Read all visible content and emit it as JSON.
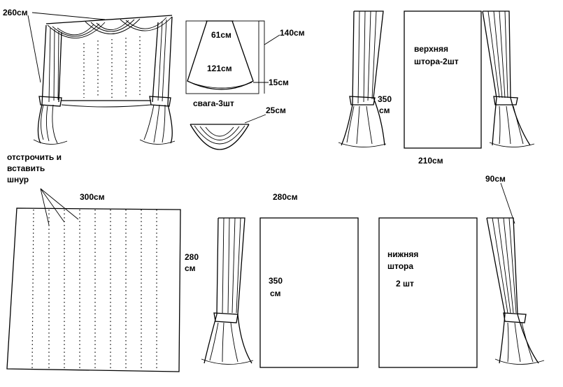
{
  "labels": {
    "window_width": "260см",
    "swag_top": "61см",
    "swag_side": "140см",
    "swag_bottom": "121см",
    "swag_drop": "15см",
    "swag_count": "свага-3шт",
    "swag_depth": "25см",
    "upper_name_1": "верхняя",
    "upper_name_2": "штора-2шт",
    "upper_height_1": "350",
    "upper_height_2": "см",
    "upper_width": "210см",
    "stitch_1": "отстрочить и",
    "stitch_2": "вставить",
    "stitch_3": "шнур",
    "panel_width": "300см",
    "panel_height_1": "280",
    "panel_height_2": "см",
    "lower_total_width": "280см",
    "tieback_width": "90см",
    "lower_height_1": "350",
    "lower_height_2": "см",
    "lower_name_1": "нижняя",
    "lower_name_2": "штора",
    "lower_count": "2 шт"
  }
}
